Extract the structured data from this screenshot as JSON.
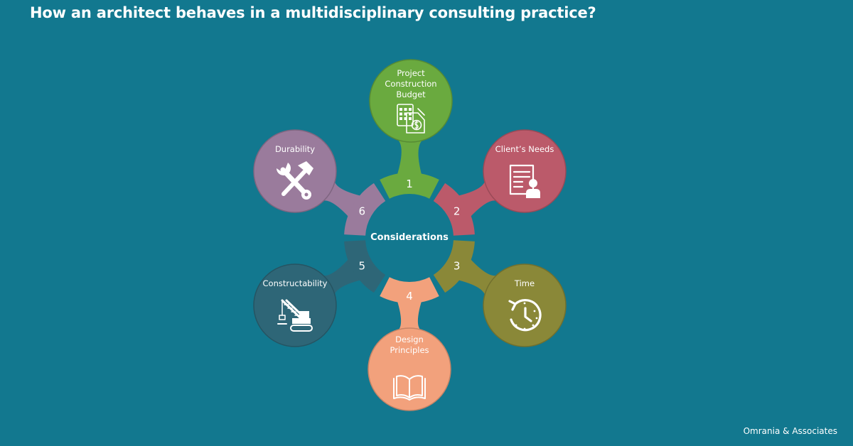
{
  "title": "How an architect behaves in a multidisciplinary consulting practice?",
  "center_label": "Considerations",
  "colors": {
    "background": "#12788f",
    "green": "#6aaa3f",
    "red": "#bb5a6a",
    "olive": "#8a8838",
    "peach": "#f2a17c",
    "slate": "#2e6677",
    "purple": "#9a7b9c"
  },
  "nodes": [
    {
      "number": "1",
      "label": "Project Construction Budget",
      "lines": [
        "Project",
        "Construction",
        "Budget"
      ],
      "icon": "budget-calculator-icon",
      "color": "#6aaa3f"
    },
    {
      "number": "2",
      "label": "Client's Needs",
      "lines": [
        "Client’s Needs"
      ],
      "icon": "client-document-icon",
      "color": "#bb5a6a"
    },
    {
      "number": "3",
      "label": "Time",
      "lines": [
        "Time"
      ],
      "icon": "clock-history-icon",
      "color": "#8a8838"
    },
    {
      "number": "4",
      "label": "Design Principles",
      "lines": [
        "Design",
        "Principles"
      ],
      "icon": "open-book-icon",
      "color": "#f2a17c"
    },
    {
      "number": "5",
      "label": "Constructability",
      "lines": [
        "Constructability"
      ],
      "icon": "crane-icon",
      "color": "#2e6677"
    },
    {
      "number": "6",
      "label": "Durability",
      "lines": [
        "Durability"
      ],
      "icon": "wrench-hammer-icon",
      "color": "#9a7b9c"
    }
  ],
  "brand": {
    "name": "Omrania",
    "suffix": "& Associates"
  }
}
